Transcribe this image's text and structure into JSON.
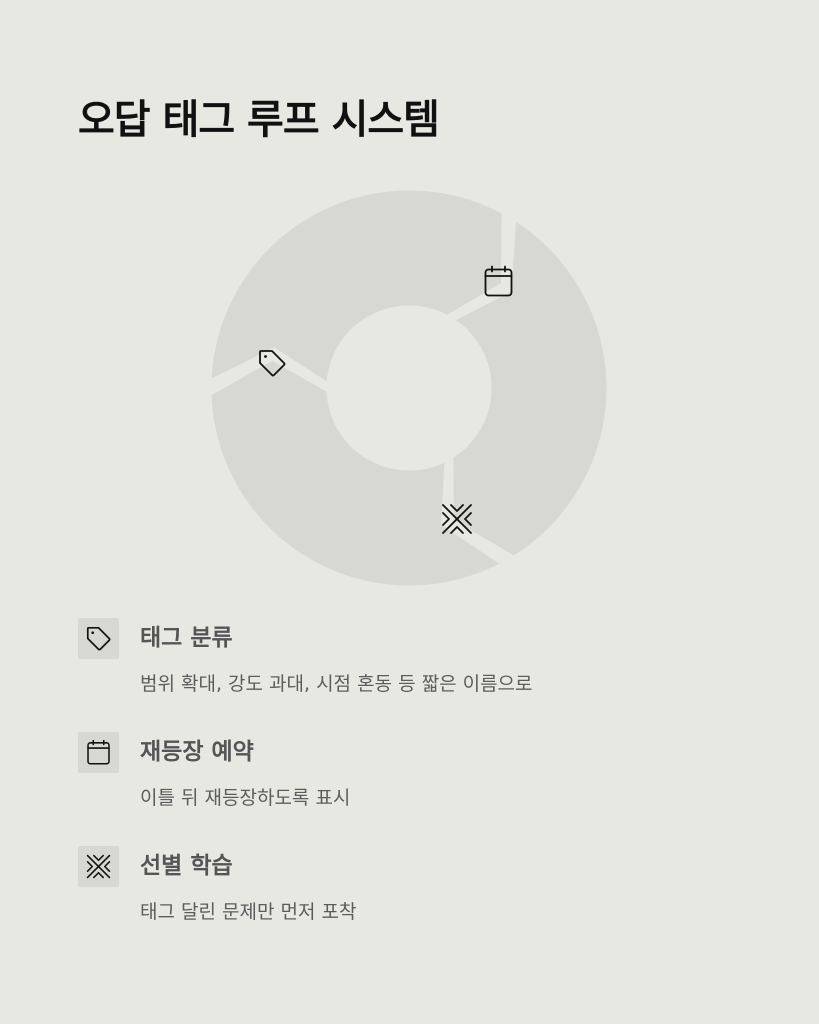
{
  "page": {
    "title": "오답 태그 루프 시스템"
  },
  "cycle": {
    "segment_color": "#d8d8d3",
    "background_color": "#e8e8e3",
    "icon_color": "#111111",
    "segments": [
      {
        "icon": "tag-icon"
      },
      {
        "icon": "calendar-icon"
      },
      {
        "icon": "focus-x-icon"
      }
    ]
  },
  "legend": {
    "items": [
      {
        "icon": "tag-icon",
        "title": "태그 분류",
        "description": "범위 확대, 강도 과대, 시점 혼동 등 짧은 이름으로"
      },
      {
        "icon": "calendar-icon",
        "title": "재등장 예약",
        "description": "이틀 뒤 재등장하도록 표시"
      },
      {
        "icon": "focus-x-icon",
        "title": "선별 학습",
        "description": "태그 달린 문제만 먼저 포착"
      }
    ]
  }
}
